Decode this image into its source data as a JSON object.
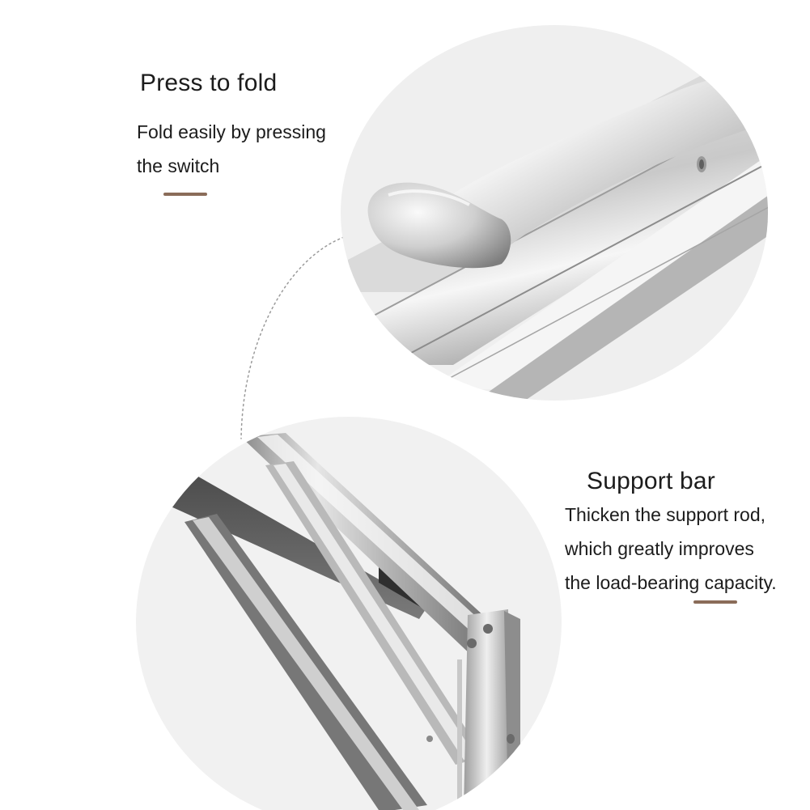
{
  "features": {
    "fold": {
      "title": "Press to fold",
      "desc_line1": "Fold easily by pressing",
      "desc_line2": "the switch"
    },
    "support": {
      "title": "Support bar",
      "desc_line1": "Thicken the support rod,",
      "desc_line2": "which greatly improves",
      "desc_line3": "the load-bearing capacity."
    }
  },
  "colors": {
    "accent": "#8a6c59",
    "circle_background": "#f1f1f1",
    "text": "#1c1c1c",
    "connector": "#9a9a9a"
  },
  "images": {
    "top_circle": "folding-switch-closeup",
    "bottom_circle": "support-bar-closeup"
  }
}
